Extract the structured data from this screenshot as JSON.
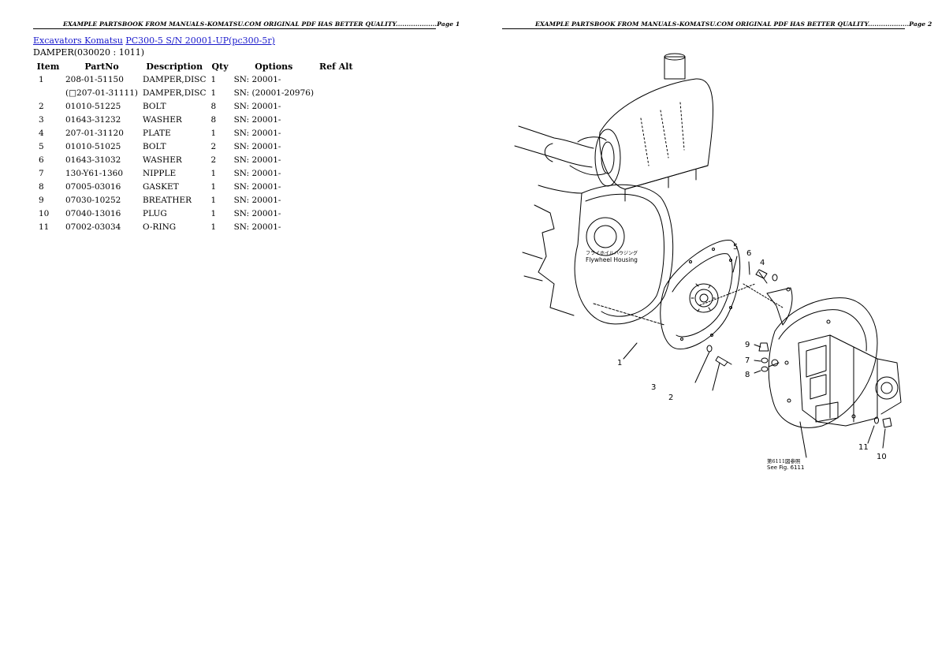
{
  "page1": {
    "banner": "EXAMPLE PARTSBOOK FROM MANUALS-KOMATSU.COM ORIGINAL PDF HAS BETTER QUALITY...................Page 1",
    "breadcrumb": {
      "link1": "Excavators Komatsu",
      "link2": "PC300-5 S/N 20001-UP(pc300-5r)"
    },
    "section_title": "DAMPER(030020 : 1011)",
    "table": {
      "headers": [
        "Item",
        "PartNo",
        "Description",
        "Qty",
        "Options",
        "Ref Alt"
      ],
      "rows": [
        {
          "item": "1",
          "partno": "208-01-51150",
          "desc": "DAMPER,DISC",
          "qty": "1",
          "options": "SN: 20001-",
          "refalt": ""
        },
        {
          "item": "",
          "partno": "(□207-01-31111)",
          "desc": "DAMPER,DISC",
          "qty": "1",
          "options": "SN: (20001-20976)",
          "refalt": ""
        },
        {
          "item": "2",
          "partno": "01010-51225",
          "desc": "BOLT",
          "qty": "8",
          "options": "SN: 20001-",
          "refalt": ""
        },
        {
          "item": "3",
          "partno": "01643-31232",
          "desc": "WASHER",
          "qty": "8",
          "options": "SN: 20001-",
          "refalt": ""
        },
        {
          "item": "4",
          "partno": "207-01-31120",
          "desc": "PLATE",
          "qty": "1",
          "options": "SN: 20001-",
          "refalt": ""
        },
        {
          "item": "5",
          "partno": "01010-51025",
          "desc": "BOLT",
          "qty": "2",
          "options": "SN: 20001-",
          "refalt": ""
        },
        {
          "item": "6",
          "partno": "01643-31032",
          "desc": "WASHER",
          "qty": "2",
          "options": "SN: 20001-",
          "refalt": ""
        },
        {
          "item": "7",
          "partno": "130-Y61-1360",
          "desc": "NIPPLE",
          "qty": "1",
          "options": "SN: 20001-",
          "refalt": ""
        },
        {
          "item": "8",
          "partno": "07005-03016",
          "desc": "GASKET",
          "qty": "1",
          "options": "SN: 20001-",
          "refalt": ""
        },
        {
          "item": "9",
          "partno": "07030-10252",
          "desc": "BREATHER",
          "qty": "1",
          "options": "SN: 20001-",
          "refalt": ""
        },
        {
          "item": "10",
          "partno": "07040-13016",
          "desc": "PLUG",
          "qty": "1",
          "options": "SN: 20001-",
          "refalt": ""
        },
        {
          "item": "11",
          "partno": "07002-03034",
          "desc": "O-RING",
          "qty": "1",
          "options": "SN: 20001-",
          "refalt": ""
        }
      ]
    }
  },
  "page2": {
    "banner": "EXAMPLE PARTSBOOK FROM MANUALS-KOMATSU.COM ORIGINAL PDF HAS BETTER QUALITY...................Page 2",
    "diagram": {
      "flywheel_label_jp": "フライホイルハウジング",
      "flywheel_label": "Flywheel Housing",
      "see_fig_jp": "第6111図参照",
      "see_fig": "See Fig. 6111",
      "callouts": [
        "1",
        "2",
        "3",
        "4",
        "5",
        "6",
        "7",
        "8",
        "9",
        "10",
        "11"
      ]
    }
  },
  "colors": {
    "link": "#1a1acc",
    "ink": "#000000"
  }
}
